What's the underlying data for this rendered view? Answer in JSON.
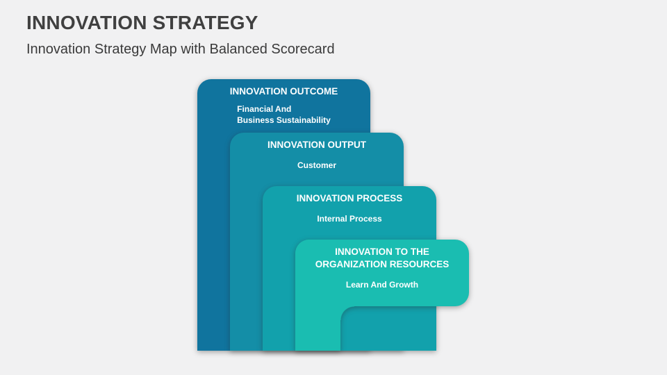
{
  "slide": {
    "title": "INNOVATION STRATEGY",
    "subtitle": "Innovation Strategy Map with Balanced Scorecard",
    "background_color": "#f1f1f2",
    "title_color": "#404040"
  },
  "cards": [
    {
      "title": "INNOVATION OUTCOME",
      "subtitle_lines": [
        "Financial And",
        "Business Sustainability"
      ],
      "color": "#10749e"
    },
    {
      "title": "INNOVATION OUTPUT",
      "subtitle_lines": [
        "Customer"
      ],
      "color": "#148ea7"
    },
    {
      "title": "INNOVATION PROCESS",
      "subtitle_lines": [
        "Internal Process"
      ],
      "color": "#12a1ac"
    },
    {
      "title_lines": [
        "INNOVATION TO THE",
        "ORGANIZATION RESOURCES"
      ],
      "subtitle_lines": [
        "Learn And Growth"
      ],
      "color": "#1abdb1"
    }
  ]
}
